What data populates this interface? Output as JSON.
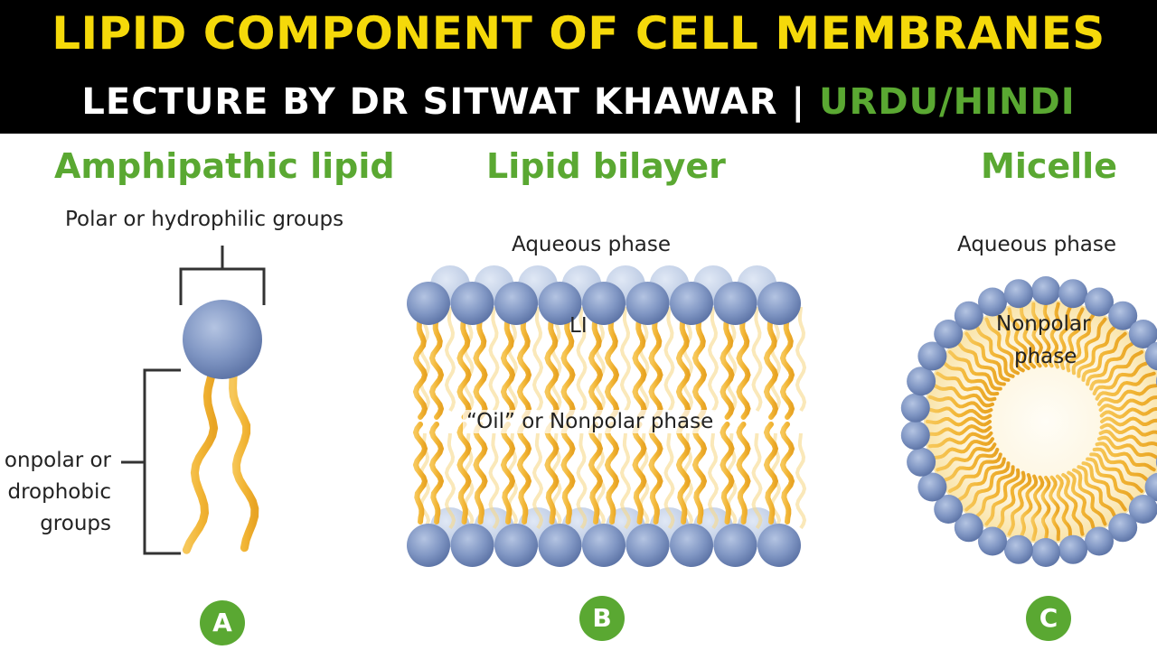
{
  "colors": {
    "title_yellow": "#f5d90a",
    "accent_green": "#5aa832",
    "head_blue": "#8a9fc8",
    "tail_yellow": "#f2b637"
  },
  "banner": {
    "title": "LIPID COMPONENT OF CELL MEMBRANES",
    "subtitle_main": "LECTURE BY DR SITWAT KHAWAR | ",
    "subtitle_accent": "URDU/HINDI"
  },
  "panel_a": {
    "heading": "Amphipathic lipid",
    "polar_label": "Polar or hydrophilic groups",
    "nonpolar_line1": "onpolar or",
    "nonpolar_line2": "drophobic",
    "nonpolar_line3": "groups",
    "badge": "A"
  },
  "panel_b": {
    "heading": "Lipid bilayer",
    "aqueous_label": "Aqueous phase",
    "inner_label": "LI",
    "oil_label": "“Oil” or Nonpolar phase",
    "badge": "B"
  },
  "panel_c": {
    "heading": "Micelle",
    "aqueous_label": "Aqueous phase",
    "nonpolar_line1": "Nonpolar",
    "nonpolar_line2": "phase",
    "badge": "C"
  }
}
